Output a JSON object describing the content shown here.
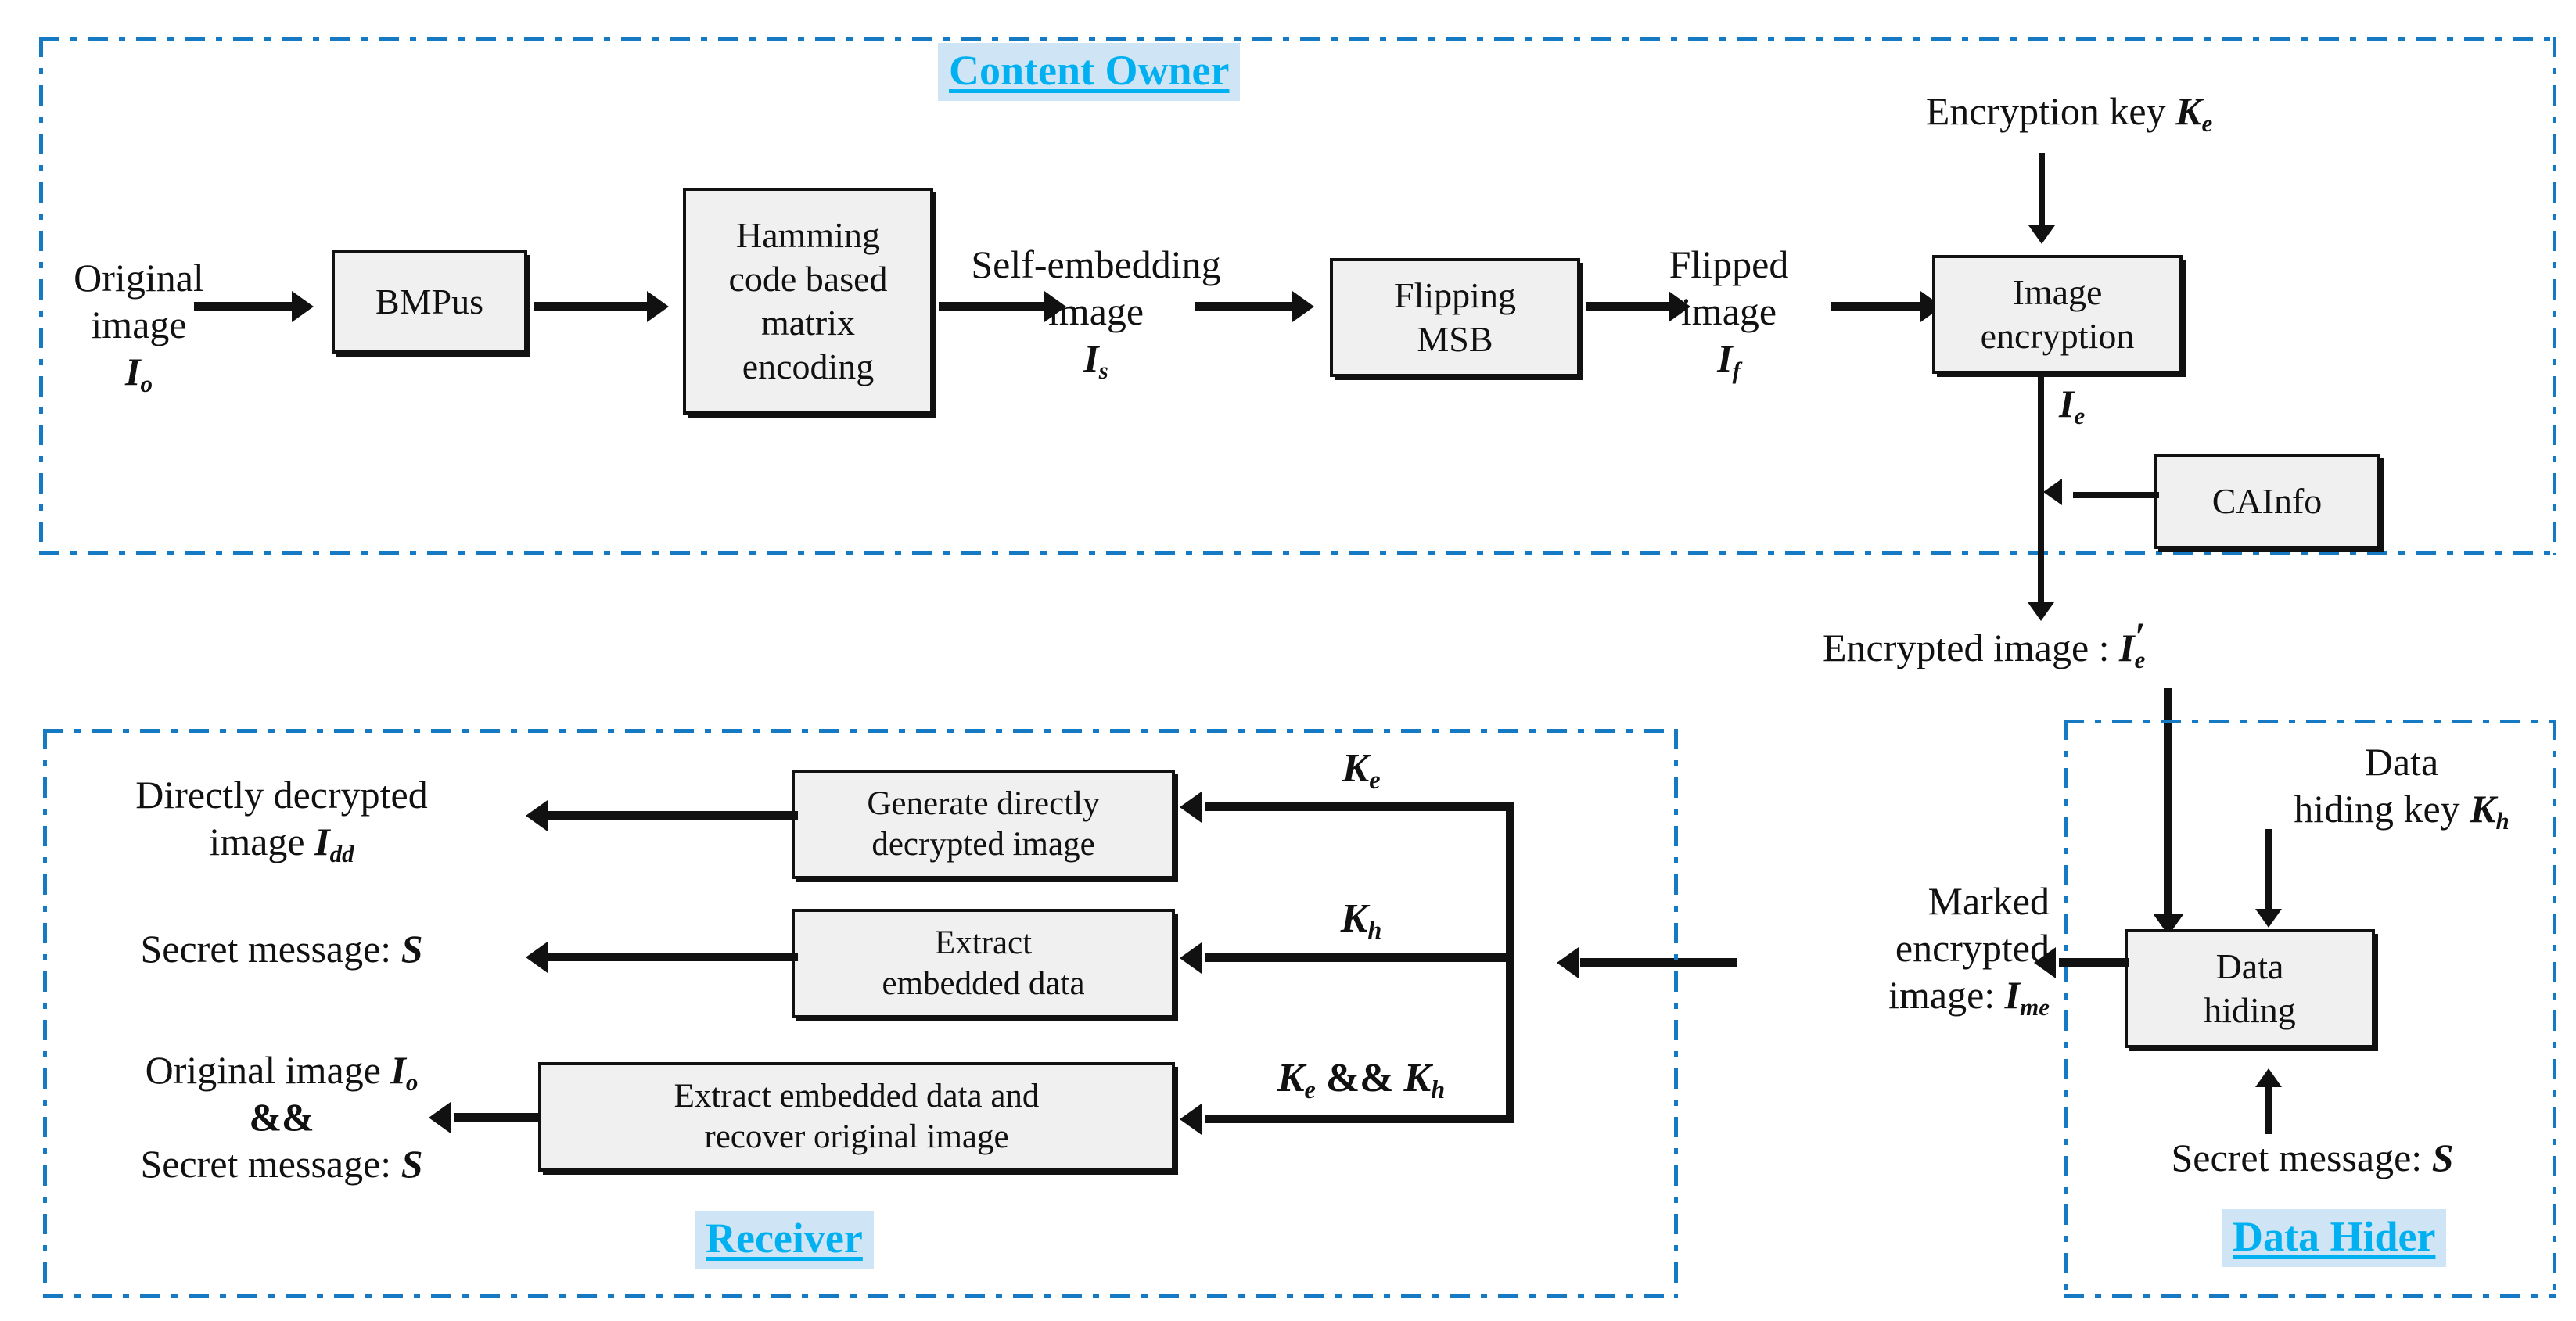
{
  "diagram": {
    "title": "Reversible data hiding in encrypted images framework",
    "colors": {
      "group_border": "#1579c4",
      "role_text": "#00b0f0",
      "role_highlight": "#cfe4f5",
      "box_fill": "#f0f0f0",
      "box_border": "#111111",
      "arrow": "#111111"
    }
  },
  "groups": {
    "content_owner": {
      "role_label": "Content Owner"
    },
    "receiver": {
      "role_label": "Receiver"
    },
    "data_hider": {
      "role_label": "Data Hider"
    }
  },
  "content_owner": {
    "input_label": {
      "line1": "Original",
      "line2": "image",
      "symbol": "I",
      "sub": "o"
    },
    "box_bmpus": "BMPus",
    "box_hamming": {
      "line1": "Hamming",
      "line2": "code based",
      "line3": "matrix",
      "line4": "encoding"
    },
    "self_embedding": {
      "line1": "Self-embedding",
      "line2": "image",
      "symbol": "I",
      "sub": "s"
    },
    "box_flipping": {
      "line1": "Flipping",
      "line2": "MSB"
    },
    "flipped": {
      "line1": "Flipped",
      "line2": "image",
      "symbol": "I",
      "sub": "f"
    },
    "encryption_key": {
      "text": "Encryption key",
      "symbol": "K",
      "sub": "e"
    },
    "box_image_encryption": {
      "line1": "Image",
      "line2": "encryption"
    },
    "ie_label": {
      "symbol": "I",
      "sub": "e"
    },
    "box_cainfo": "CAInfo"
  },
  "middle": {
    "encrypted_image": {
      "text": "Encrypted image :",
      "symbol": "I",
      "prime": "′",
      "sub": "e"
    }
  },
  "data_hider": {
    "data_hiding_key": {
      "line1": "Data",
      "line2": "hiding key",
      "symbol": "K",
      "sub": "h"
    },
    "box_data_hiding": {
      "line1": "Data",
      "line2": "hiding"
    },
    "secret_message": {
      "text": "Secret message:",
      "symbol": "S"
    },
    "marked_encrypted": {
      "line1": "Marked",
      "line2": "encrypted",
      "line3": "image:",
      "symbol": "I",
      "sub": "me"
    }
  },
  "receiver": {
    "outputs": [
      {
        "line1": "Directly decrypted",
        "line2": "image",
        "symbol": "I",
        "sub": "dd"
      },
      {
        "line1": "Secret message:",
        "symbol": "S"
      },
      {
        "line1": "Original image",
        "symbol": "I",
        "sub": "o",
        "line2": "&&",
        "line3": "Secret message:",
        "symbol2": "S"
      }
    ],
    "box_generate": {
      "line1": "Generate  directly",
      "line2": "decrypted  image"
    },
    "box_extract": {
      "line1": "Extract",
      "line2": "embedded  data"
    },
    "box_extract_recover": {
      "line1": "Extract  embedded  data and",
      "line2": "recover  original  image"
    },
    "key_labels": {
      "ke": {
        "symbol": "K",
        "sub": "e"
      },
      "kh": {
        "symbol": "K",
        "sub": "h"
      },
      "ke_and_kh": {
        "symbol1": "K",
        "sub1": "e",
        "op": "&&",
        "symbol2": "K",
        "sub2": "h"
      }
    }
  }
}
